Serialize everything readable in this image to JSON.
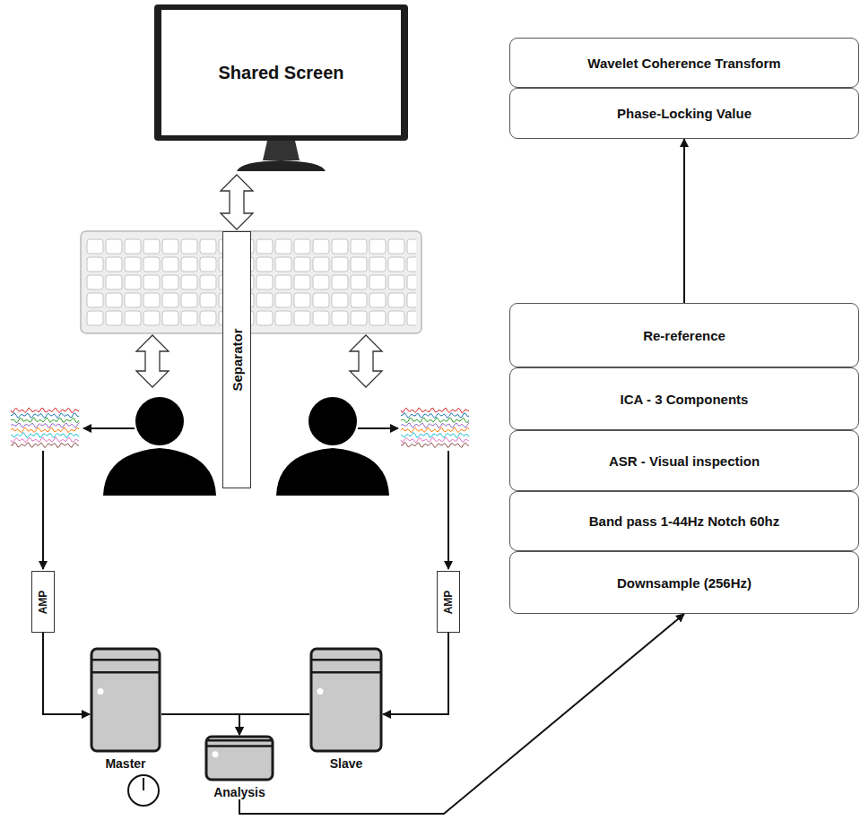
{
  "diagram": {
    "nodes": [
      {
        "text": [
          "Shared Screen"
        ]
      },
      {
        "text": [
          "Separator"
        ]
      },
      {
        "text": [
          "AMP"
        ]
      },
      {
        "text": [
          "AMP"
        ]
      },
      {
        "text": [
          "Master"
        ]
      },
      {
        "text": [
          "Slave"
        ]
      },
      {
        "text": [
          "Analysis"
        ]
      },
      {
        "text": [
          "Wavelet Coherence Transform"
        ]
      },
      {
        "text": [
          "Phase-Locking Value"
        ]
      },
      {
        "text": [
          "Re-reference"
        ]
      },
      {
        "text": [
          "ICA - 3 Components"
        ]
      },
      {
        "text": [
          "ASR - Visual inspection"
        ]
      },
      {
        "text": [
          "Band pass 1-44Hz Notch 60hz"
        ]
      },
      {
        "text": [
          "Downsample (256Hz)"
        ]
      }
    ],
    "edges": [
      {
        "from": 0,
        "to": 1,
        "arrow": "both"
      },
      {
        "from": 2,
        "to": 4,
        "arrow": "to"
      },
      {
        "from": 3,
        "to": 5,
        "arrow": "to"
      },
      {
        "from": 4,
        "to": 6,
        "arrow": "to"
      },
      {
        "from": 5,
        "to": 6,
        "arrow": "to"
      },
      {
        "from": 6,
        "to": 13,
        "arrow": "to"
      },
      {
        "from": 9,
        "to": 8,
        "arrow": "to"
      }
    ]
  }
}
